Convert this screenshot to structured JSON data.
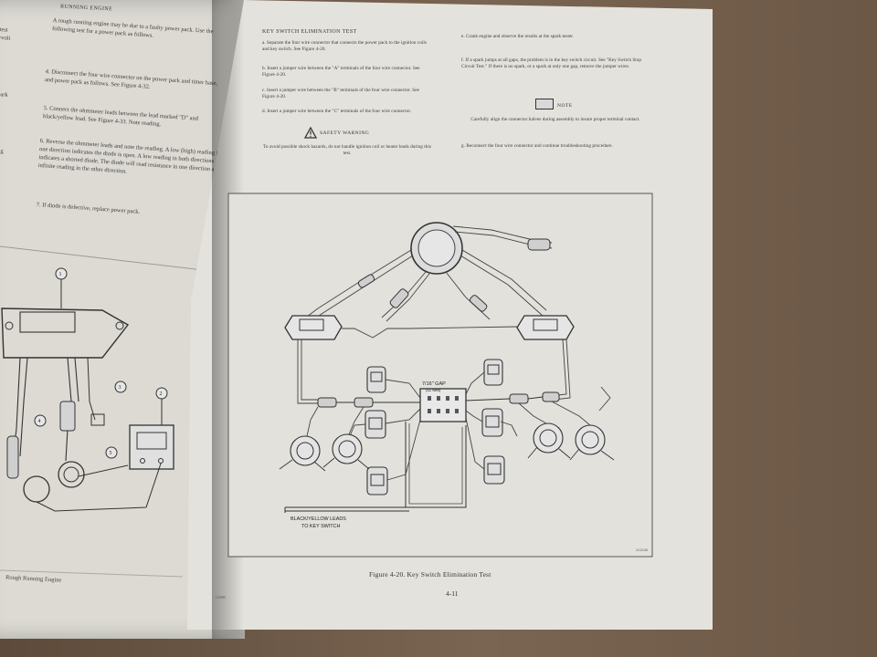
{
  "left_page": {
    "heading": "RUNNING ENGINE",
    "para_a": "A rough running engine may be due to a faulty power pack. Use the following test for a power pack as follows.",
    "para_4": "4. Disconnect the four wire connector on the power pack and timer base, and power pack as follows. See Figure 4-32.",
    "para_5": "5. Connect the ohmmeter leads between the lead marked \"D\" and black/yellow lead. See Figure 4-33. Note reading.",
    "para_6": "6. Reverse the ohmmeter leads and note the reading. A low (high) reading in one direction indicates the diode is open. A low reading in both directions indicates a shorted diode. The diode will read resistance in one direction and infinite reading in the other direction.",
    "para_7": "7. If diode is defective, replace power pack.",
    "footer": "Rough Running Engine",
    "callouts": [
      "1",
      "2",
      "3",
      "4",
      "5"
    ]
  },
  "right_page": {
    "heading": "KEY SWITCH ELIMINATION TEST",
    "step_a": "a. Separate the four wire connector that connects the power pack to the ignition coils and key switch. See Figure 4-20.",
    "step_b": "b. Insert a jumper wire between the \"A\" terminals of the four wire connector. See Figure 4-20.",
    "step_c": "c. Insert a jumper wire between the \"B\" terminals of the four wire connector. See Figure 4-20.",
    "step_d": "d. Insert a jumper wire between the \"C\" terminals of the four wire connector.",
    "warning_title": "SAFETY WARNING",
    "warning_text": "To avoid possible shock hazards, do not handle ignition coil or heater leads during this test.",
    "step_e": "e. Crank engine and observe the results at the spark tester.",
    "step_f": "f. If a spark jumps at all gaps, the problem is in the key switch circuit. See \"Key Switch Stop Circuit Test.\" If there is no spark, or a spark at only one gap, remove the jumper wires.",
    "note_title": "NOTE",
    "note_text": "Carefully align the connector halves during assembly to insure proper terminal contact.",
    "step_g": "g. Reconnect the four wire connector and continue troubleshooting procedure.",
    "figure_gap_label": "7/16\" GAP",
    "figure_gap_mm": "(11 MM)",
    "figure_leads_label_1": "BLACK/YELLOW LEADS",
    "figure_leads_label_2": "TO KEY SWITCH",
    "figure_code": "1C2C40",
    "caption": "Figure 4-20. Key Switch Elimination Test",
    "page_number": "4-11",
    "bottom_code": "C2900"
  }
}
